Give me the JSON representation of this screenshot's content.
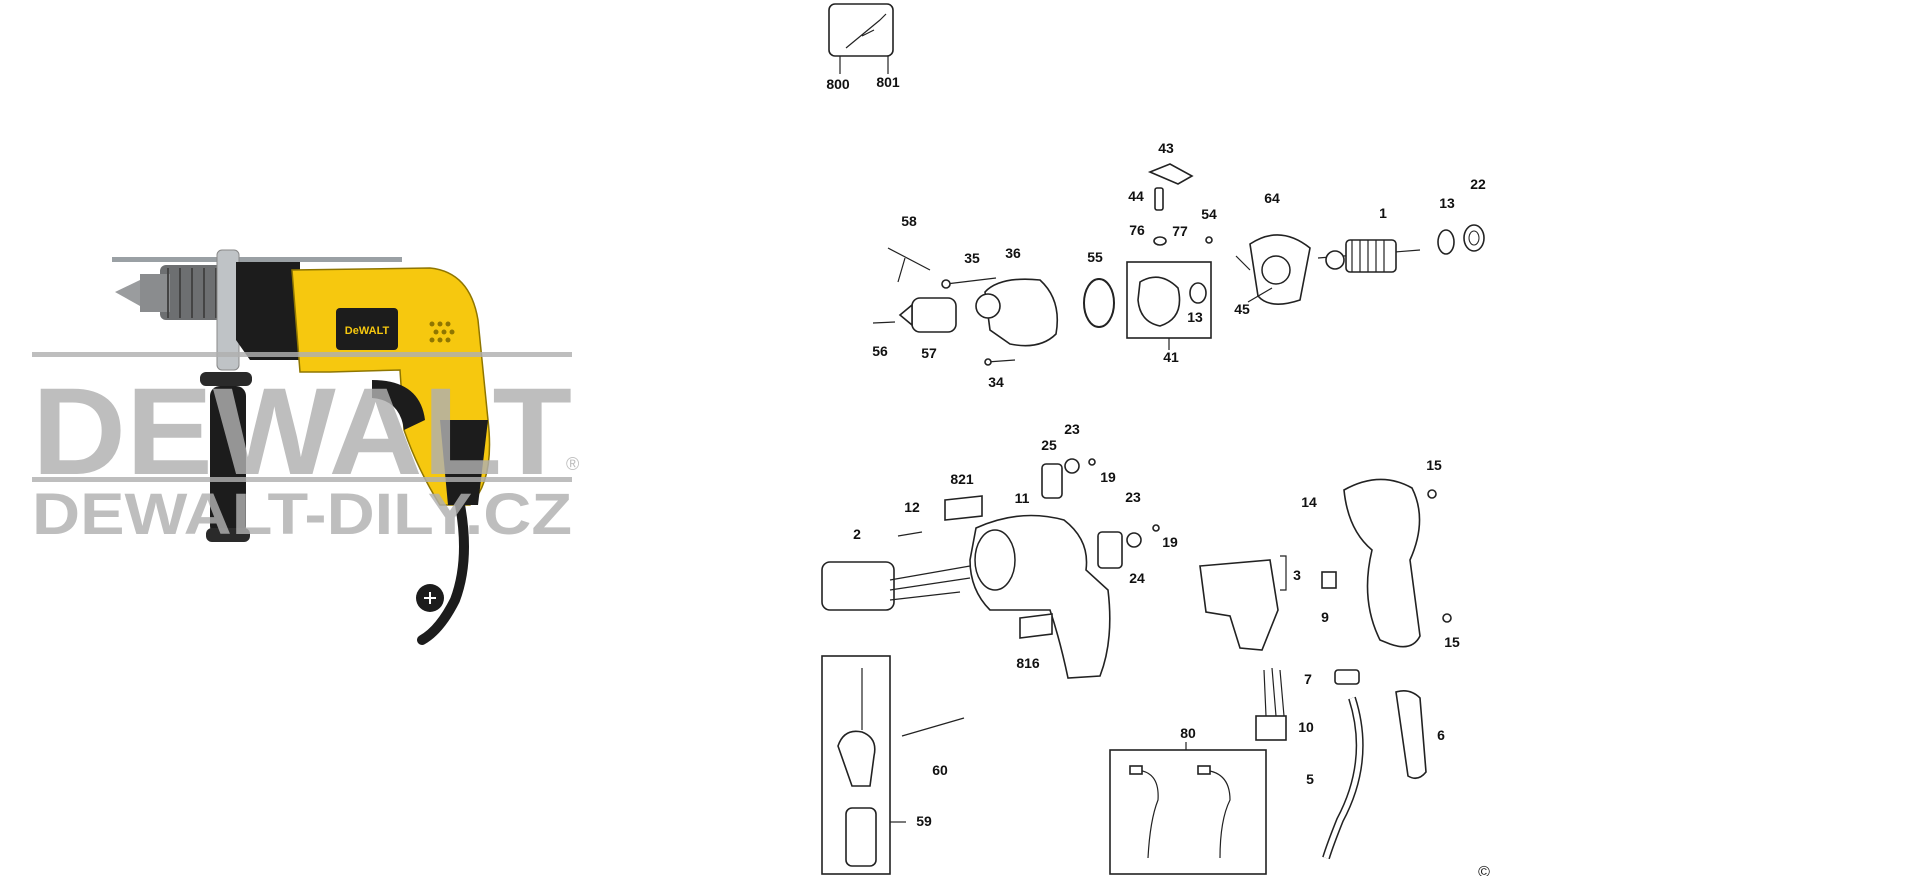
{
  "watermark": {
    "brand": "DEWALT",
    "site": "DEWALT-DILY.CZ",
    "registered_mark": "®",
    "color": "#b0b0b0"
  },
  "product": {
    "body_color": "#f6c80f",
    "grip_color": "#1c1c1c",
    "badge_text": "DeWALT"
  },
  "diagram": {
    "copyright": "©",
    "labels": {
      "p800": "800",
      "p801": "801",
      "p43": "43",
      "p44": "44",
      "p54": "54",
      "p76": "76",
      "p77": "77",
      "p64": "64",
      "p1": "1",
      "p13a": "13",
      "p22": "22",
      "p58": "58",
      "p35": "35",
      "p36": "36",
      "p55": "55",
      "p56": "56",
      "p57": "57",
      "p34": "34",
      "p13b": "13",
      "p41": "41",
      "p45": "45",
      "p23a": "23",
      "p25": "25",
      "p19a": "19",
      "p821": "821",
      "p11": "11",
      "p12": "12",
      "p2": "2",
      "p23b": "23",
      "p19b": "19",
      "p24": "24",
      "p816": "816",
      "p15a": "15",
      "p14": "14",
      "p3": "3",
      "p9": "9",
      "p15b": "15",
      "p7": "7",
      "p10": "10",
      "p6": "6",
      "p5": "5",
      "p60": "60",
      "p59": "59",
      "p80": "80"
    }
  }
}
